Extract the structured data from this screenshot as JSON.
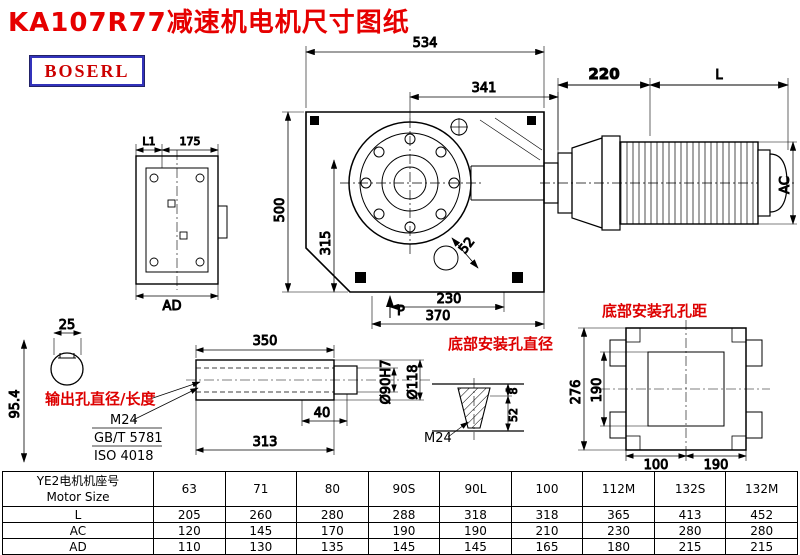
{
  "title": "KA107R77减速机电机尺寸图纸",
  "logo": "BOSERL",
  "colors": {
    "accent_red": "#dd0000",
    "title_red": "#e60000",
    "logo_border_blue": "#3333bb",
    "line_black": "#000000"
  },
  "annotations": {
    "output_hole_label": "输出孔直径/长度",
    "bottom_hole_dia_label": "底部安装孔直径",
    "bottom_hole_pitch_label": "底部安装孔孔距",
    "thread_shaft": "M24",
    "std_gb": "GB/T 5781",
    "std_iso": "ISO 4018",
    "thread_bolt": "M24"
  },
  "dims": {
    "d534": "534",
    "d341": "341",
    "d220": "220",
    "dL": "L",
    "dAC": "AC",
    "d500": "500",
    "d315": "315",
    "d52": "52",
    "d230": "230",
    "d370": "370",
    "dP": "P",
    "dL1": "L1",
    "d175": "175",
    "dAD": "AD",
    "d25": "25",
    "d95_4": "95.4",
    "d350": "350",
    "d40": "40",
    "d313": "313",
    "dia90": "Ø90H7",
    "dia118": "Ø118",
    "d8": "8",
    "d52b": "52",
    "d276": "276",
    "d190": "190",
    "d100": "100",
    "d190b": "190"
  },
  "table": {
    "header_label": {
      "line1": "YE2电机机座号",
      "line2": "Motor Size"
    },
    "columns": [
      "63",
      "71",
      "80",
      "90S",
      "90L",
      "100",
      "112M",
      "132S",
      "132M"
    ],
    "rows": [
      {
        "label": "L",
        "values": [
          "205",
          "260",
          "280",
          "288",
          "318",
          "318",
          "365",
          "413",
          "452"
        ]
      },
      {
        "label": "AC",
        "values": [
          "120",
          "145",
          "170",
          "190",
          "190",
          "210",
          "230",
          "280",
          "280"
        ]
      },
      {
        "label": "AD",
        "values": [
          "110",
          "130",
          "135",
          "145",
          "145",
          "165",
          "180",
          "215",
          "215"
        ]
      }
    ]
  }
}
